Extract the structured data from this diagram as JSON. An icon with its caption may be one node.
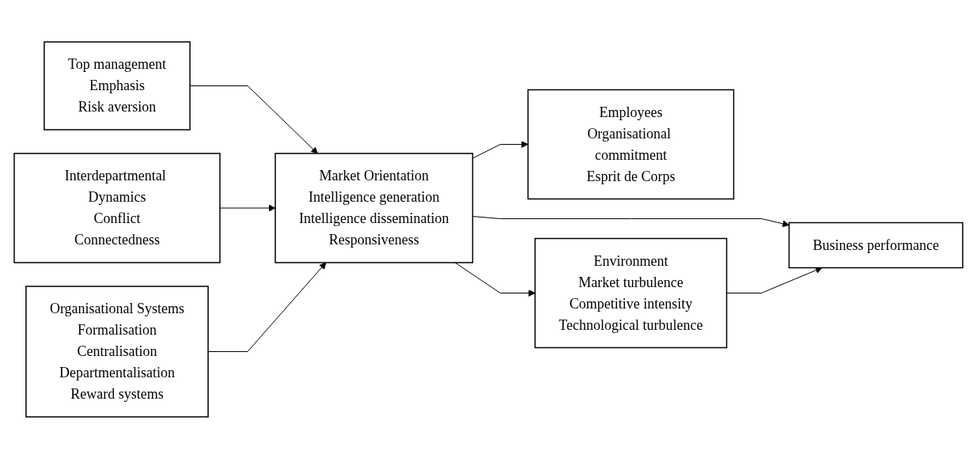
{
  "diagram": {
    "nodes": [
      {
        "text": [
          "Top management",
          "Emphasis",
          "Risk aversion"
        ]
      },
      {
        "text": [
          "Interdepartmental Dynamics",
          "Conflict",
          "Connectedness"
        ]
      },
      {
        "text": [
          "Organisational Systems",
          "Formalisation",
          "Centralisation",
          "Departmentalisation",
          "Reward systems"
        ]
      },
      {
        "text": [
          "Market Orientation",
          "Intelligence generation",
          "Intelligence dissemination",
          "Responsiveness"
        ]
      },
      {
        "text": [
          "Employees",
          "Organisational commitment",
          "Esprit de Corps"
        ]
      },
      {
        "text": [
          "Environment",
          "Market turbulence",
          "Competitive intensity",
          "Technological turbulence"
        ]
      },
      {
        "text": [
          "Business performance"
        ]
      }
    ],
    "edges": [
      {
        "from": 0,
        "to": 3,
        "arrow": "to"
      },
      {
        "from": 1,
        "to": 3,
        "arrow": "to"
      },
      {
        "from": 2,
        "to": 3,
        "arrow": "to"
      },
      {
        "from": 3,
        "to": 4,
        "arrow": "to"
      },
      {
        "from": 3,
        "to": 5,
        "arrow": "to"
      },
      {
        "from": 3,
        "to": 6,
        "arrow": "to"
      },
      {
        "from": 5,
        "to": 6,
        "arrow": "to"
      }
    ]
  }
}
